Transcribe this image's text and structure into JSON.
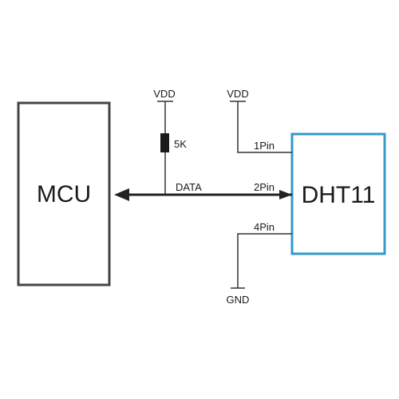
{
  "mcu": {
    "label": "MCU"
  },
  "dht11": {
    "label": "DHT11",
    "border_color": "#3399cc"
  },
  "resistor": {
    "label": "5K"
  },
  "nets": {
    "vdd_resistor": "VDD",
    "vdd_sensor": "VDD",
    "data": "DATA",
    "gnd": "GND"
  },
  "pins": {
    "pin1": "1Pin",
    "pin2": "2Pin",
    "pin4": "4Pin"
  },
  "colors": {
    "wire": "#333333",
    "mcu_border": "#444444"
  }
}
